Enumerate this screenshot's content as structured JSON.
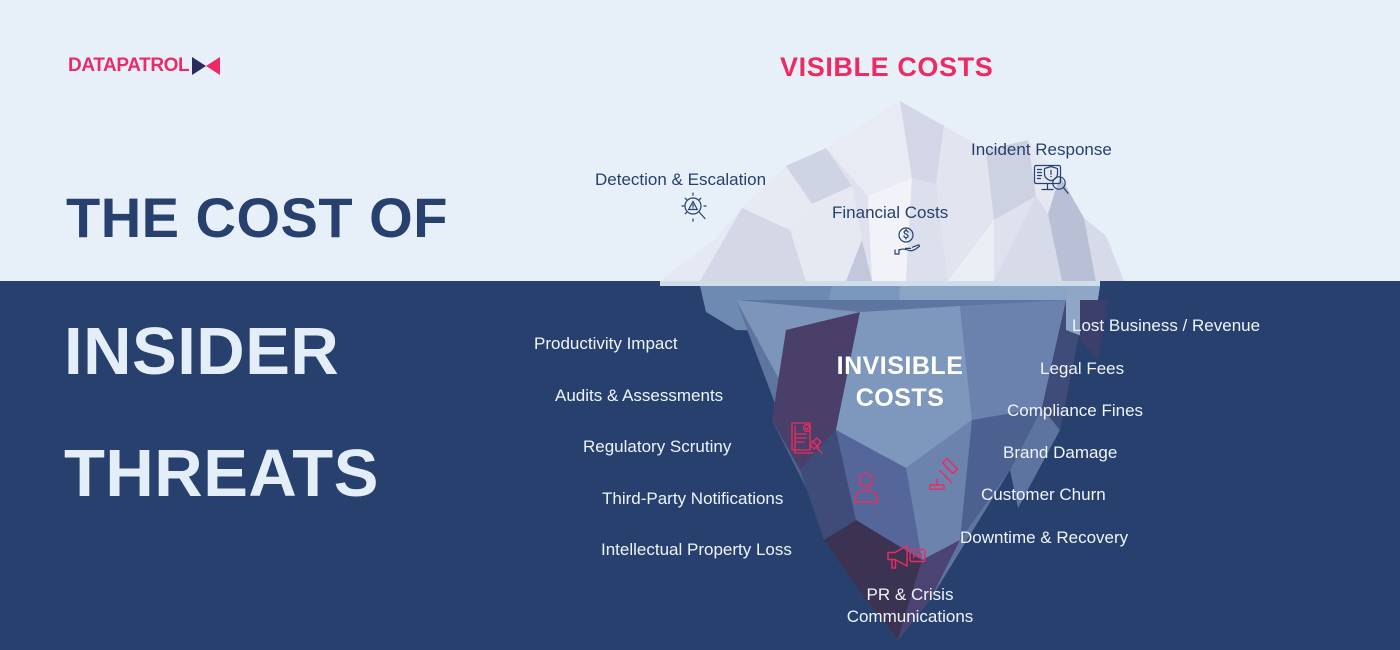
{
  "brand": {
    "wordmark": "DATAPATROL",
    "mark_icon": "bowtie-play-mark",
    "pink": "#ec2a68",
    "navy": "#27406e"
  },
  "headline": {
    "line1": "THE COST OF",
    "line2": "INSIDER",
    "line3": "THREATS"
  },
  "sections": {
    "visible_title": "VISIBLE COSTS",
    "invisible_title_line1": "INVISIBLE",
    "invisible_title_line2": "COSTS"
  },
  "visible_costs": [
    {
      "label": "Detection & Escalation",
      "icon": "magnifier-warning-icon"
    },
    {
      "label": "Financial Costs",
      "icon": "hand-dollar-icon"
    },
    {
      "label": "Incident Response",
      "icon": "monitor-shield-search-icon"
    }
  ],
  "invisible_costs_left": [
    {
      "label": "Productivity Impact"
    },
    {
      "label": "Audits & Assessments"
    },
    {
      "label": "Regulatory Scrutiny"
    },
    {
      "label": "Third-Party Notifications"
    },
    {
      "label": "Intellectual Property Loss"
    }
  ],
  "invisible_costs_right": [
    {
      "label": "Lost Business / Revenue"
    },
    {
      "label": "Legal Fees"
    },
    {
      "label": "Compliance Fines"
    },
    {
      "label": "Brand Damage"
    },
    {
      "label": "Customer Churn"
    },
    {
      "label": "Downtime & Recovery"
    }
  ],
  "invisible_costs_bottom": {
    "line1": "PR & Crisis",
    "line2": "Communications"
  },
  "deep_icons": [
    {
      "name": "document-gavel-icon"
    },
    {
      "name": "person-icon"
    },
    {
      "name": "gavel-icon"
    },
    {
      "name": "megaphone-pr-icon"
    }
  ],
  "colors": {
    "sky": "#e7f0f8",
    "sea": "#27406e",
    "accent_pink": "#ee2a63",
    "berg_light": "#e4e6f0",
    "berg_mid": "#c9cddd",
    "berg_shadow": "#aab0c8",
    "berg_deep_light": "#8fa6c6",
    "berg_deep_mid": "#5f769e",
    "berg_deep_dark": "#3d4a76",
    "berg_purple": "#4a3f68"
  }
}
